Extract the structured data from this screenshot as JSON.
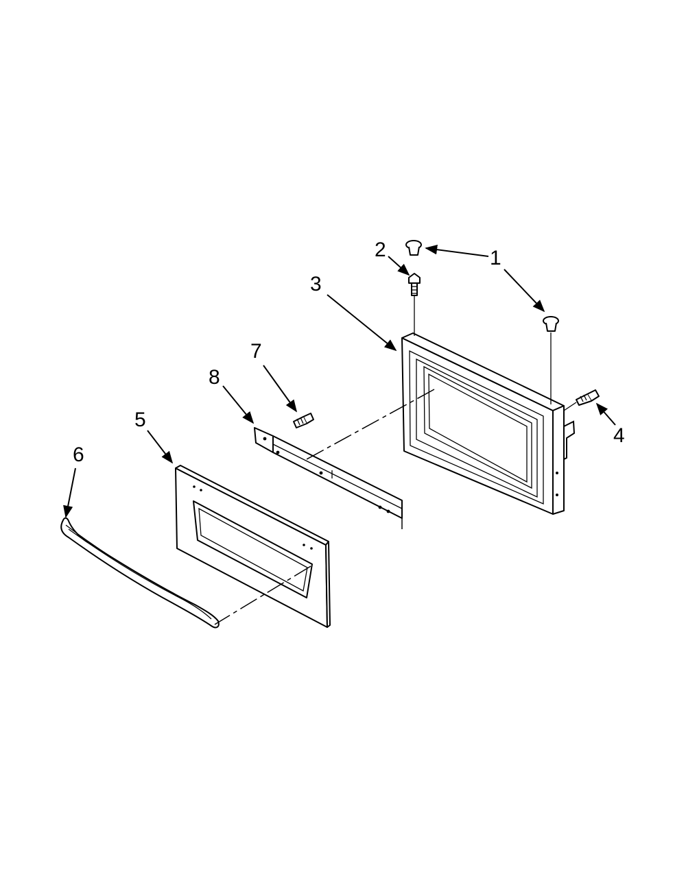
{
  "diagram": {
    "colors": {
      "ink": "#000000",
      "paper": "#ffffff"
    },
    "callouts": [
      {
        "id": "1",
        "label": "1"
      },
      {
        "id": "2",
        "label": "2"
      },
      {
        "id": "3",
        "label": "3"
      },
      {
        "id": "4",
        "label": "4"
      },
      {
        "id": "5",
        "label": "5"
      },
      {
        "id": "6",
        "label": "6"
      },
      {
        "id": "7",
        "label": "7"
      },
      {
        "id": "8",
        "label": "8"
      }
    ]
  }
}
